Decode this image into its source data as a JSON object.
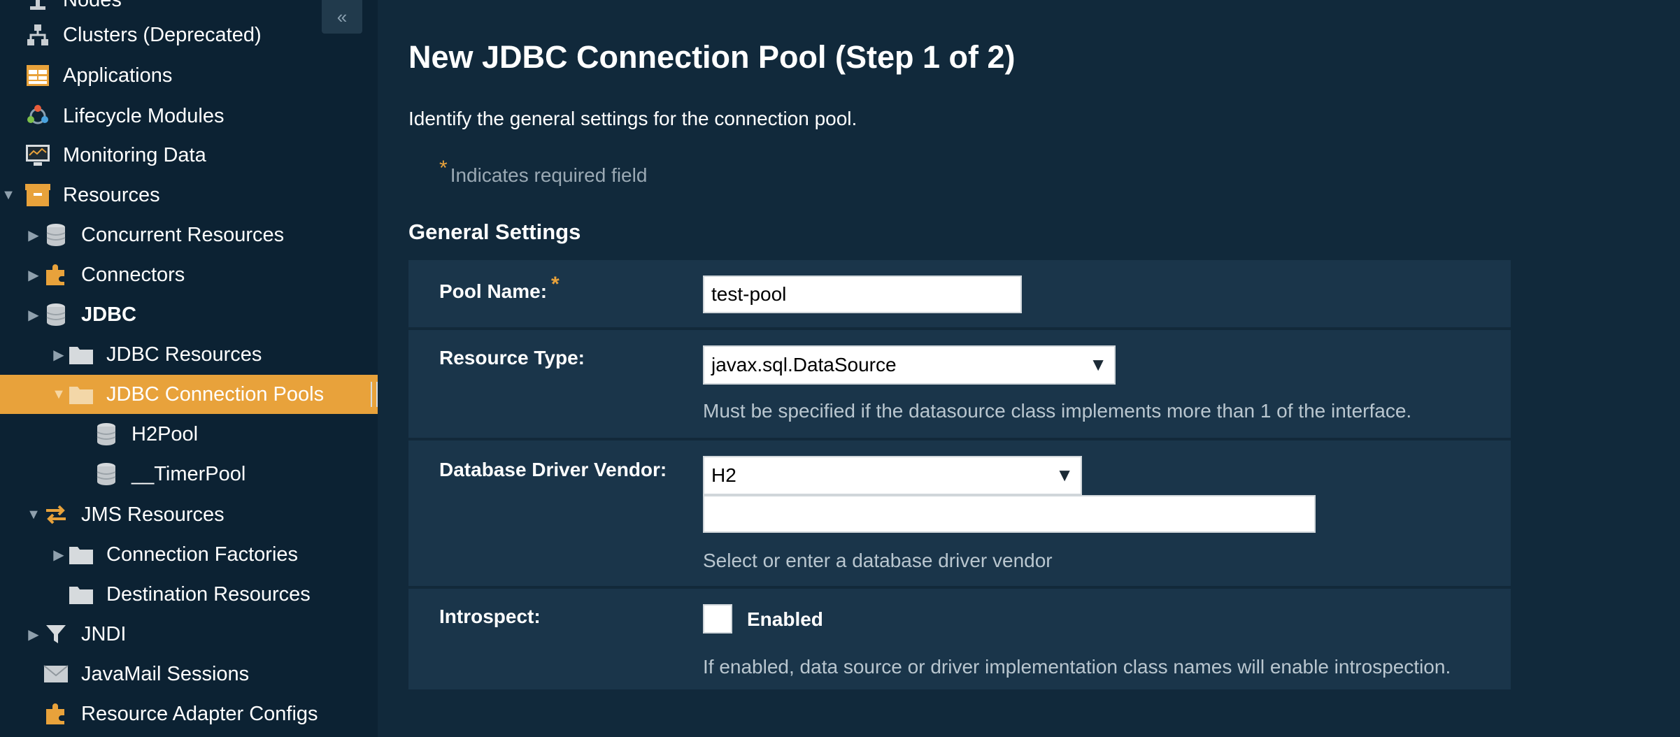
{
  "sidebar": {
    "collapse_label": "«",
    "items": [
      {
        "label": "Nodes",
        "icon": "nodes-icon",
        "toggle": ""
      },
      {
        "label": "Clusters (Deprecated)",
        "icon": "clusters-icon",
        "toggle": ""
      },
      {
        "label": "Applications",
        "icon": "applications-icon",
        "toggle": ""
      },
      {
        "label": "Lifecycle Modules",
        "icon": "lifecycle-modules-icon",
        "toggle": ""
      },
      {
        "label": "Monitoring Data",
        "icon": "monitor-icon",
        "toggle": ""
      },
      {
        "label": "Resources",
        "icon": "resources-box-icon",
        "toggle": "▼"
      },
      {
        "label": "Concurrent Resources",
        "icon": "database-icon",
        "toggle": "▶"
      },
      {
        "label": "Connectors",
        "icon": "puzzle-icon",
        "toggle": "▶"
      },
      {
        "label": "JDBC",
        "icon": "database-icon",
        "toggle": "▶"
      },
      {
        "label": "JDBC Resources",
        "icon": "folder-icon",
        "toggle": "▶"
      },
      {
        "label": "JDBC Connection Pools",
        "icon": "folder-icon",
        "toggle": "▼"
      },
      {
        "label": "H2Pool",
        "icon": "database-icon",
        "toggle": ""
      },
      {
        "label": "__TimerPool",
        "icon": "database-icon",
        "toggle": ""
      },
      {
        "label": "JMS Resources",
        "icon": "jms-arrows-icon",
        "toggle": "▼"
      },
      {
        "label": "Connection Factories",
        "icon": "folder-icon",
        "toggle": "▶"
      },
      {
        "label": "Destination Resources",
        "icon": "folder-icon",
        "toggle": ""
      },
      {
        "label": "JNDI",
        "icon": "filter-funnel-icon",
        "toggle": "▶"
      },
      {
        "label": "JavaMail Sessions",
        "icon": "mail-envelope-icon",
        "toggle": ""
      },
      {
        "label": "Resource Adapter Configs",
        "icon": "puzzle-icon",
        "toggle": ""
      }
    ]
  },
  "page": {
    "title": "New JDBC Connection Pool (Step 1 of 2)",
    "help": "Identify the general settings for the connection pool.",
    "required_star": "*",
    "required_note": "Indicates required field"
  },
  "general": {
    "section_title": "General Settings",
    "pool_name": {
      "label": "Pool Name:",
      "value": "test-pool",
      "required_star": "*"
    },
    "resource_type": {
      "label": "Resource Type:",
      "selected": "javax.sql.DataSource",
      "help": "Must be specified if the datasource class implements more than 1 of the interface."
    },
    "driver_vendor": {
      "label": "Database Driver Vendor:",
      "selected": "H2",
      "custom_value": "",
      "help": "Select or enter a database driver vendor"
    },
    "introspect": {
      "label": "Introspect:",
      "checkbox_label": "Enabled",
      "checked": false,
      "help": "If enabled, data source or driver implementation class names will enable introspection."
    }
  },
  "colors": {
    "accent": "#e8a23b",
    "background": "#11293b",
    "panel": "#1a354a"
  }
}
